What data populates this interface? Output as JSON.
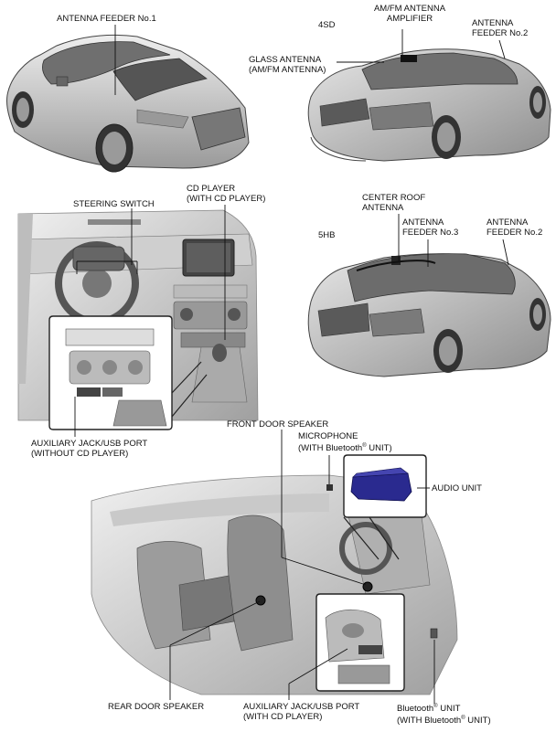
{
  "labels": {
    "antenna_feeder_1": "ANTENNA FEEDER No.1",
    "am_fm_amp_line1": "AM/FM ANTENNA",
    "am_fm_amp_line2": "AMPLIFIER",
    "variant_4sd": "4SD",
    "antenna_feeder_2_4sd_line1": "ANTENNA",
    "antenna_feeder_2_4sd_line2": "FEEDER No.2",
    "glass_antenna_line1": "GLASS ANTENNA",
    "glass_antenna_line2": "(AM/FM ANTENNA)",
    "steering_switch": "STEERING SWITCH",
    "cd_player_line1": "CD PLAYER",
    "cd_player_line2": "(WITH CD PLAYER)",
    "center_roof_line1": "CENTER ROOF",
    "center_roof_line2": "ANTENNA",
    "variant_5hb": "5HB",
    "antenna_feeder_3_line1": "ANTENNA",
    "antenna_feeder_3_line2": "FEEDER No.3",
    "antenna_feeder_2_5hb_line1": "ANTENNA",
    "antenna_feeder_2_5hb_line2": "FEEDER No.2",
    "aux_usb_without_line1": "AUXILIARY JACK/USB PORT",
    "aux_usb_without_line2": "(WITHOUT CD PLAYER)",
    "front_door_speaker": "FRONT DOOR SPEAKER",
    "microphone_line1": "MICROPHONE",
    "microphone_line2_pre": "(WITH Bluetooth",
    "microphone_line2_post": " UNIT)",
    "audio_unit": "AUDIO UNIT",
    "rear_door_speaker": "REAR DOOR SPEAKER",
    "aux_usb_with_line1": "AUXILIARY JACK/USB PORT",
    "aux_usb_with_line2": "(WITH CD PLAYER)",
    "bt_unit_line1_pre": "Bluetooth",
    "bt_unit_line1_post": " UNIT",
    "bt_unit_line2_pre": "(WITH Bluetooth",
    "bt_unit_line2_post": " UNIT)",
    "registered_mark": "®"
  },
  "colors": {
    "car_body": "#d9d9d9",
    "car_shade": "#a8a8a8",
    "car_dark": "#555555",
    "glass": "#6f6f6f",
    "audio_unit": "#2a2a8f",
    "leader": "#111111"
  },
  "icons": {
    "hatch_car_front_view": "car-hatchback-front-icon",
    "sedan_rear_view": "car-sedan-rear-icon",
    "dashboard_view": "dashboard-icon",
    "hatch_rear_view": "car-hatchback-rear-icon",
    "cabin_view": "cabin-cutaway-icon"
  }
}
